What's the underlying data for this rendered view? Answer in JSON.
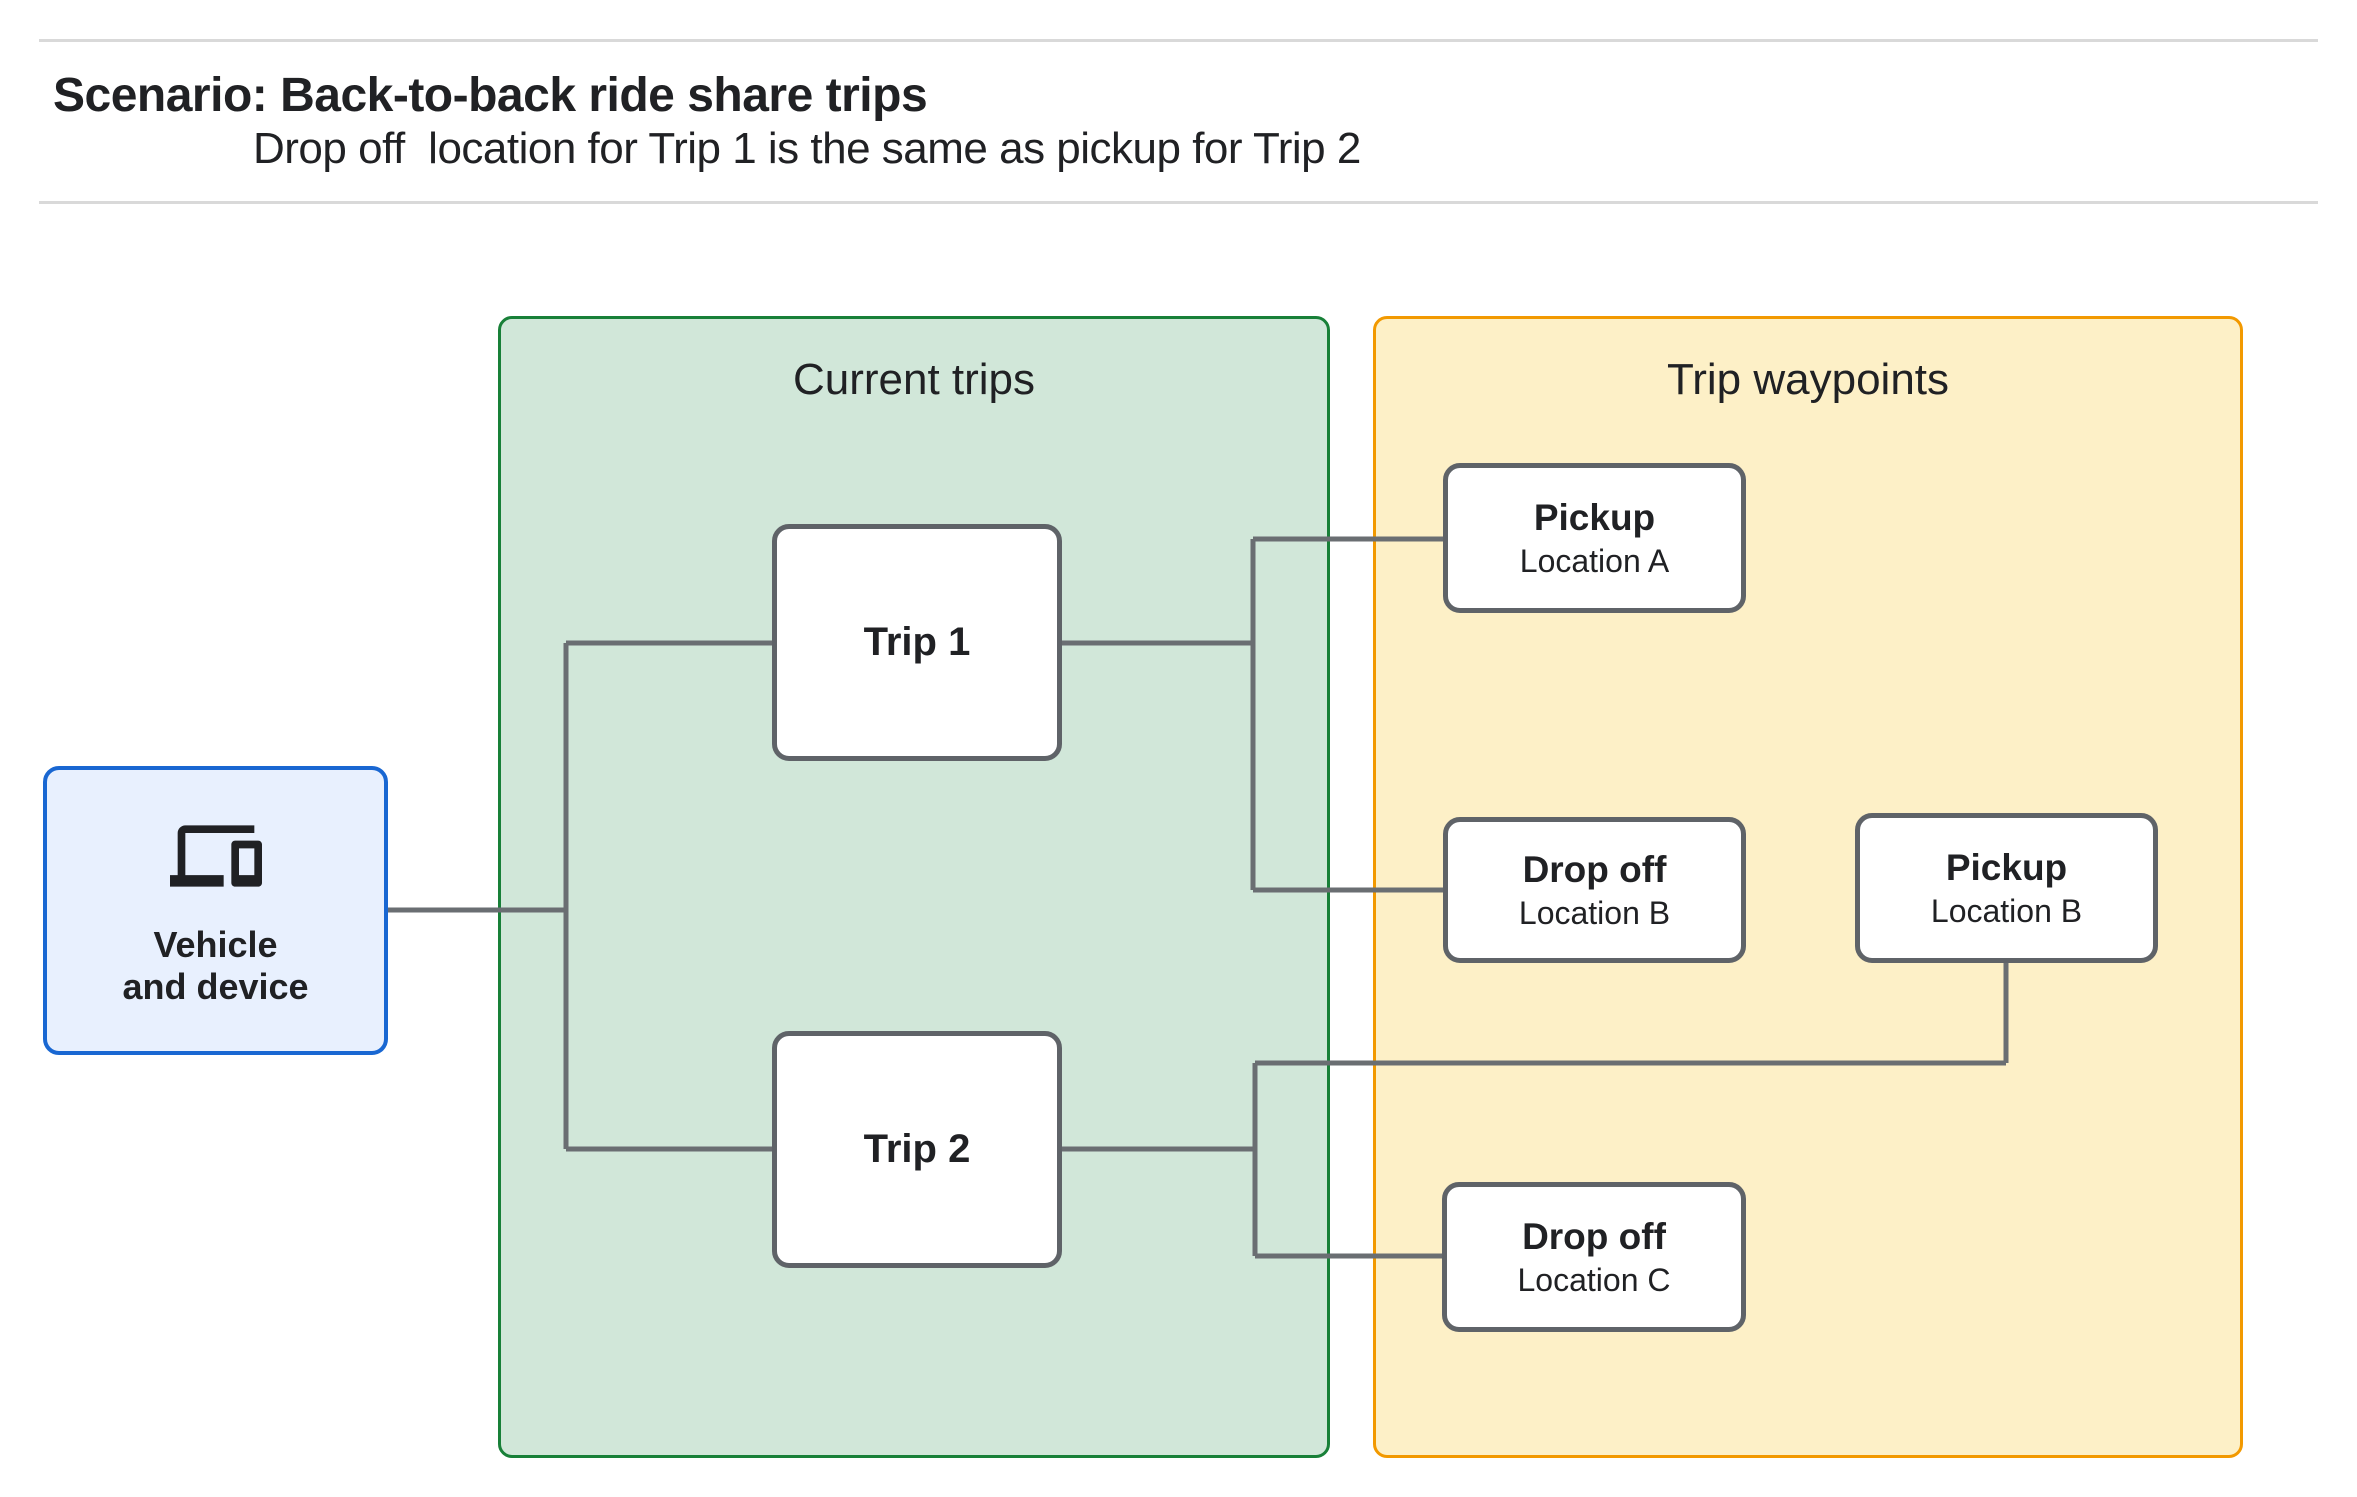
{
  "header": {
    "title": "Scenario: Back-to-back ride share trips",
    "subtitle": "Drop off  location for Trip 1 is the same as pickup for Trip 2"
  },
  "vehicle": {
    "icon": "devices-icon",
    "label_line1": "Vehicle",
    "label_line2": "and device"
  },
  "current_trips": {
    "title": "Current trips",
    "trips": [
      {
        "label": "Trip 1"
      },
      {
        "label": "Trip 2"
      }
    ]
  },
  "trip_waypoints": {
    "title": "Trip waypoints",
    "waypoints": [
      {
        "type": "Pickup",
        "location": "Location A"
      },
      {
        "type": "Drop off",
        "location": "Location B"
      },
      {
        "type": "Pickup",
        "location": "Location B"
      },
      {
        "type": "Drop off",
        "location": "Location C"
      }
    ]
  },
  "colors": {
    "current_trips_fill": "#d1e7d9",
    "current_trips_border": "#188038",
    "trip_waypoints_fill": "#fdf0c7",
    "trip_waypoints_border": "#f29900",
    "vehicle_fill": "#e8f0fe",
    "vehicle_border": "#1967d2",
    "node_border": "#5f6368",
    "connector": "#6a6e72",
    "divider": "#d9d9d9",
    "text": "#202124"
  }
}
